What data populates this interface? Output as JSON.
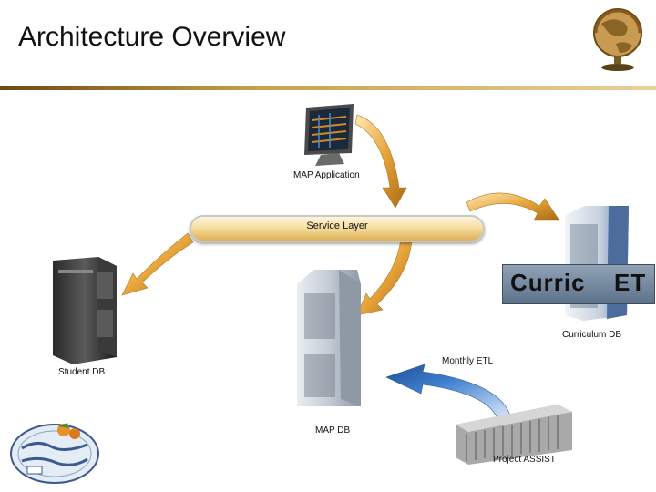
{
  "header": {
    "title": "Architecture Overview"
  },
  "nodes": {
    "map_application": "MAP Application",
    "service_layer": "Service Layer",
    "curriculum_db": "Curriculum DB",
    "student_db": "Student DB",
    "map_db": "MAP DB",
    "monthly_etl": "Monthly ETL",
    "project_assist": "Project ASSIST"
  },
  "logos": {
    "curricunet_text": "Curric",
    "curricunet_tail": "ET"
  },
  "colors": {
    "arrow_orange": "#e8a53a",
    "arrow_blue": "#3f7fcf",
    "header_rule": "#6b4a14"
  }
}
